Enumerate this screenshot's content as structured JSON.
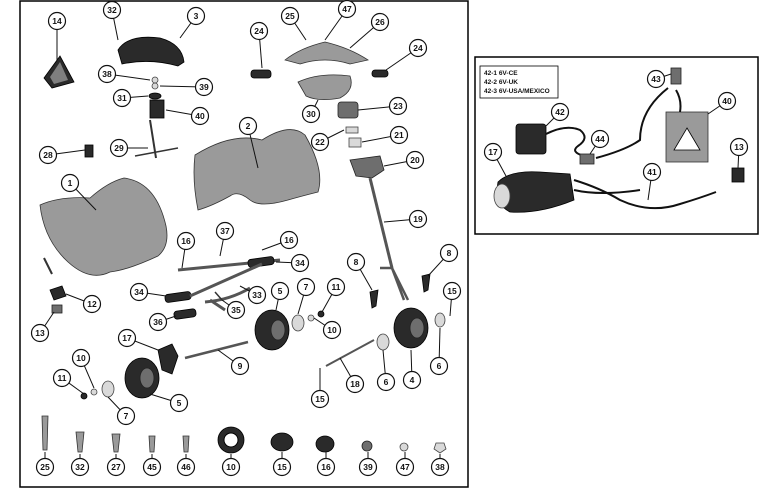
{
  "callouts": {
    "c14": "14",
    "c32": "32",
    "c3": "3",
    "c25": "25",
    "c47": "47",
    "c26": "26",
    "c24a": "24",
    "c24b": "24",
    "c38": "38",
    "c39": "39",
    "c31": "31",
    "c40": "40",
    "c30": "30",
    "c23": "23",
    "c22": "22",
    "c21": "21",
    "c29": "29",
    "c28": "28",
    "c2": "2",
    "c20": "20",
    "c1": "1",
    "c19": "19",
    "c16a": "16",
    "c37": "37",
    "c16b": "16",
    "c34a": "34",
    "c34b": "34",
    "c8a": "8",
    "c8b": "8",
    "c12": "12",
    "c33": "33",
    "c5a": "5",
    "c7a": "7",
    "c11a": "11",
    "c15a": "15",
    "c13": "13",
    "c36": "36",
    "c35": "35",
    "c10a": "10",
    "c17": "17",
    "c9": "9",
    "c6a": "6",
    "c4": "4",
    "c6b": "6",
    "c10b": "10",
    "c11b": "11",
    "c18": "18",
    "c15b": "15",
    "c7b": "7",
    "c5b": "5",
    "b25": "25",
    "b32": "32",
    "b27": "27",
    "b45": "45",
    "b46": "46",
    "b10": "10",
    "b15": "15",
    "b16": "16",
    "b39": "39",
    "b47": "47",
    "b38": "38",
    "i43": "43",
    "i42": "42",
    "i40": "40",
    "i44": "44",
    "i17": "17",
    "i13": "13",
    "i41": "41"
  },
  "inset_legend": [
    "42-1  6V-CE",
    "42-2  6V-UK",
    "42-3  6V-USA/MEXICO"
  ]
}
